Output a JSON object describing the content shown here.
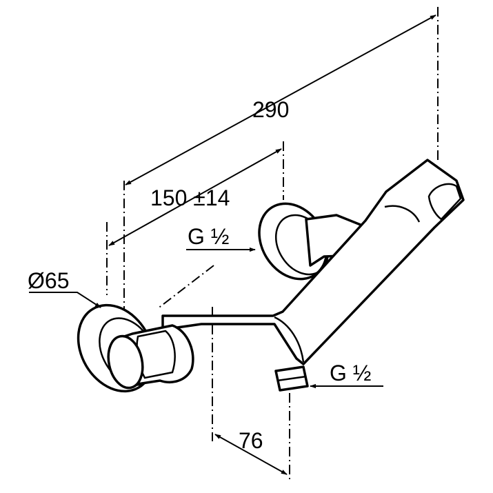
{
  "dimensions": {
    "overall_length": "290",
    "center_distance": "150 ±14",
    "rosette_diameter": "Ø65",
    "inlet_thread": "G ½",
    "outlet_thread": "G ½",
    "outlet_projection": "76"
  }
}
